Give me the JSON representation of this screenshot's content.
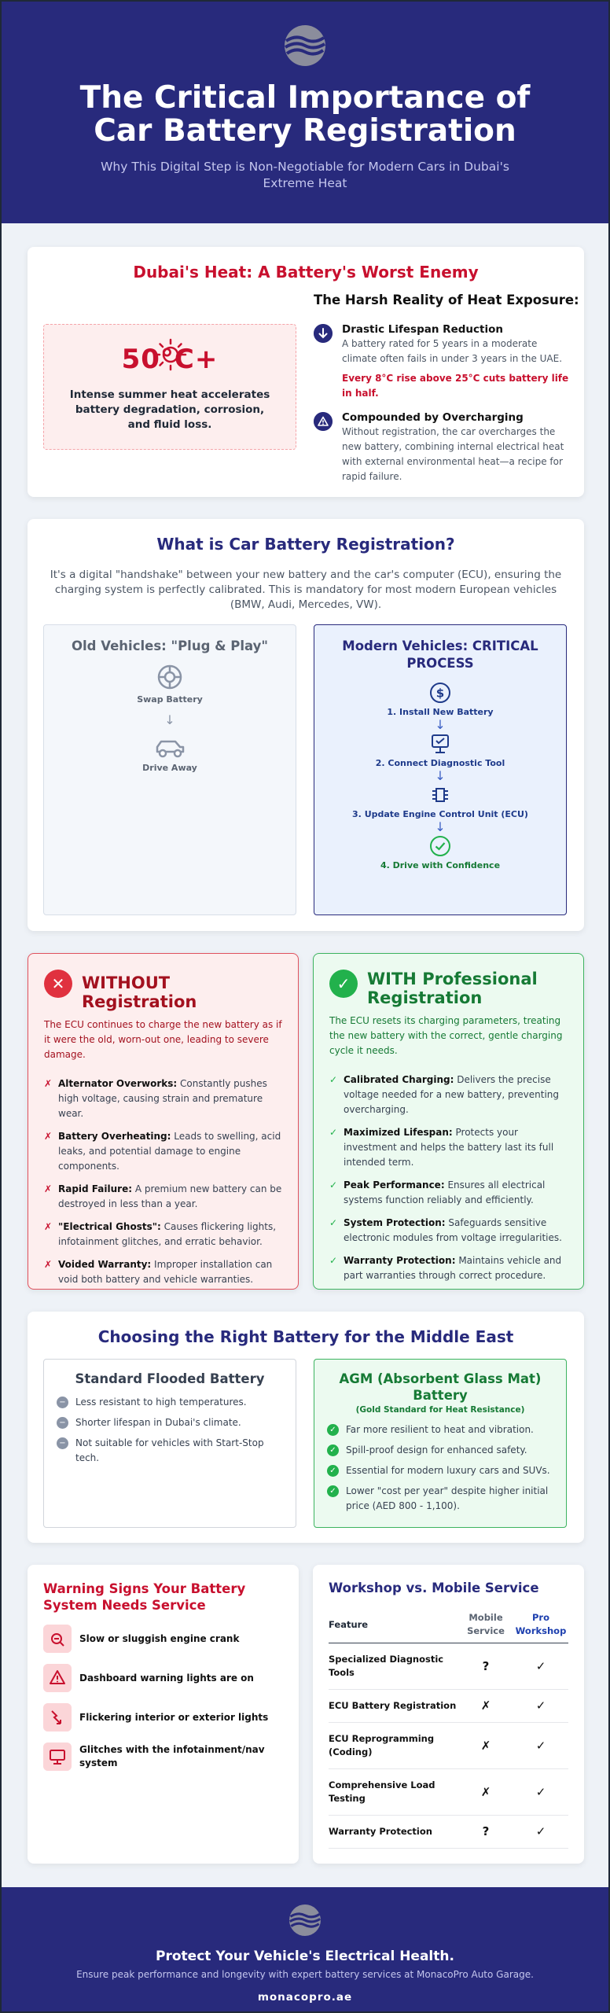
{
  "header": {
    "title": "The Critical Importance of Car Battery Registration",
    "subtitle": "Why This Digital Step is Non-Negotiable for Modern Cars in Dubai's Extreme Heat"
  },
  "heat": {
    "title": "Dubai's Heat: A Battery's Worst Enemy",
    "figure": "50°C+",
    "figure_text": "Intense summer heat accelerates battery degradation, corrosion, and fluid loss.",
    "reality_title": "The Harsh Reality of Heat Exposure:",
    "items": [
      {
        "heading": "Drastic Lifespan Reduction",
        "body": "A battery rated for 5 years in a moderate climate often fails in under 3 years in the UAE.",
        "warning": "Every 8°C rise above 25°C cuts battery life in half."
      },
      {
        "heading": "Compounded by Overcharging",
        "body": "Without registration, the car overcharges the new battery, combining internal electrical heat with external environmental heat—a recipe for rapid failure."
      }
    ]
  },
  "registration": {
    "title": "What is Car Battery Registration?",
    "description": "It's a digital \"handshake\" between your new battery and the car's computer (ECU), ensuring the charging system is perfectly calibrated. This is mandatory for most modern European vehicles (BMW, Audi, Mercedes, VW).",
    "old": {
      "title": "Old Vehicles: \"Plug & Play\"",
      "steps": [
        "Swap Battery",
        "Drive Away"
      ]
    },
    "modern": {
      "title": "Modern Vehicles: CRITICAL PROCESS",
      "steps": [
        "1. Install New Battery",
        "2. Connect Diagnostic Tool",
        "3. Update Engine Control Unit (ECU)",
        "4. Drive with Confidence"
      ]
    }
  },
  "without": {
    "title": "WITHOUT Registration",
    "intro": "The ECU continues to charge the new battery as if it were the old, worn-out one, leading to severe damage.",
    "items": [
      {
        "label": "Alternator Overworks:",
        "text": " Constantly pushes high voltage, causing strain and premature wear."
      },
      {
        "label": "Battery Overheating:",
        "text": " Leads to swelling, acid leaks, and potential damage to engine components."
      },
      {
        "label": "Rapid Failure:",
        "text": " A premium new battery can be destroyed in less than a year."
      },
      {
        "label": "\"Electrical Ghosts\":",
        "text": " Causes flickering lights, infotainment glitches, and erratic behavior."
      },
      {
        "label": "Voided Warranty:",
        "text": " Improper installation can void both battery and vehicle warranties."
      }
    ]
  },
  "with": {
    "title": "WITH Professional Registration",
    "intro": "The ECU resets its charging parameters, treating the new battery with the correct, gentle charging cycle it needs.",
    "items": [
      {
        "label": "Calibrated Charging:",
        "text": " Delivers the precise voltage needed for a new battery, preventing overcharging."
      },
      {
        "label": "Maximized Lifespan:",
        "text": " Protects your investment and helps the battery last its full intended term."
      },
      {
        "label": "Peak Performance:",
        "text": " Ensures all electrical systems function reliably and efficiently."
      },
      {
        "label": "System Protection:",
        "text": " Safeguards sensitive electronic modules from voltage irregularities."
      },
      {
        "label": "Warranty Protection:",
        "text": " Maintains vehicle and part warranties through correct procedure."
      }
    ]
  },
  "choose": {
    "title": "Choosing the Right Battery for the Middle East",
    "standard": {
      "title": "Standard Flooded Battery",
      "items": [
        "Less resistant to high temperatures.",
        "Shorter lifespan in Dubai's climate.",
        "Not suitable for vehicles with Start-Stop tech."
      ]
    },
    "agm": {
      "title": "AGM (Absorbent Glass Mat) Battery",
      "subtitle": "(Gold Standard for Heat Resistance)",
      "items": [
        "Far more resilient to heat and vibration.",
        "Spill-proof design for enhanced safety.",
        "Essential for modern luxury cars and SUVs.",
        "Lower \"cost per year\" despite higher initial price (AED 800 - 1,100)."
      ]
    }
  },
  "warning_signs": {
    "title": "Warning Signs Your Battery System Needs Service",
    "items": [
      "Slow or sluggish engine crank",
      "Dashboard warning lights are on",
      "Flickering interior or exterior lights",
      "Glitches with the infotainment/nav system"
    ]
  },
  "workshop": {
    "title": "Workshop vs. Mobile Service",
    "headers": [
      "Feature",
      "Mobile Service",
      "Pro Workshop"
    ],
    "rows": [
      {
        "feature": "Specialized Diagnostic Tools",
        "mobile": "?",
        "pro": "✓"
      },
      {
        "feature": "ECU Battery Registration",
        "mobile": "✗",
        "pro": "✓"
      },
      {
        "feature": "ECU Reprogramming (Coding)",
        "mobile": "✗",
        "pro": "✓"
      },
      {
        "feature": "Comprehensive Load Testing",
        "mobile": "✗",
        "pro": "✓"
      },
      {
        "feature": "Warranty Protection",
        "mobile": "?",
        "pro": "✓"
      }
    ]
  },
  "footer": {
    "title": "Protect Your Vehicle's Electrical Health.",
    "subtitle": "Ensure peak performance and longevity with expert battery services at MonacoPro Auto Garage.",
    "site": "monacopro.ae"
  },
  "colors": {
    "navy": "#282a7c",
    "red": "#c8102e",
    "green": "#22b14c"
  }
}
